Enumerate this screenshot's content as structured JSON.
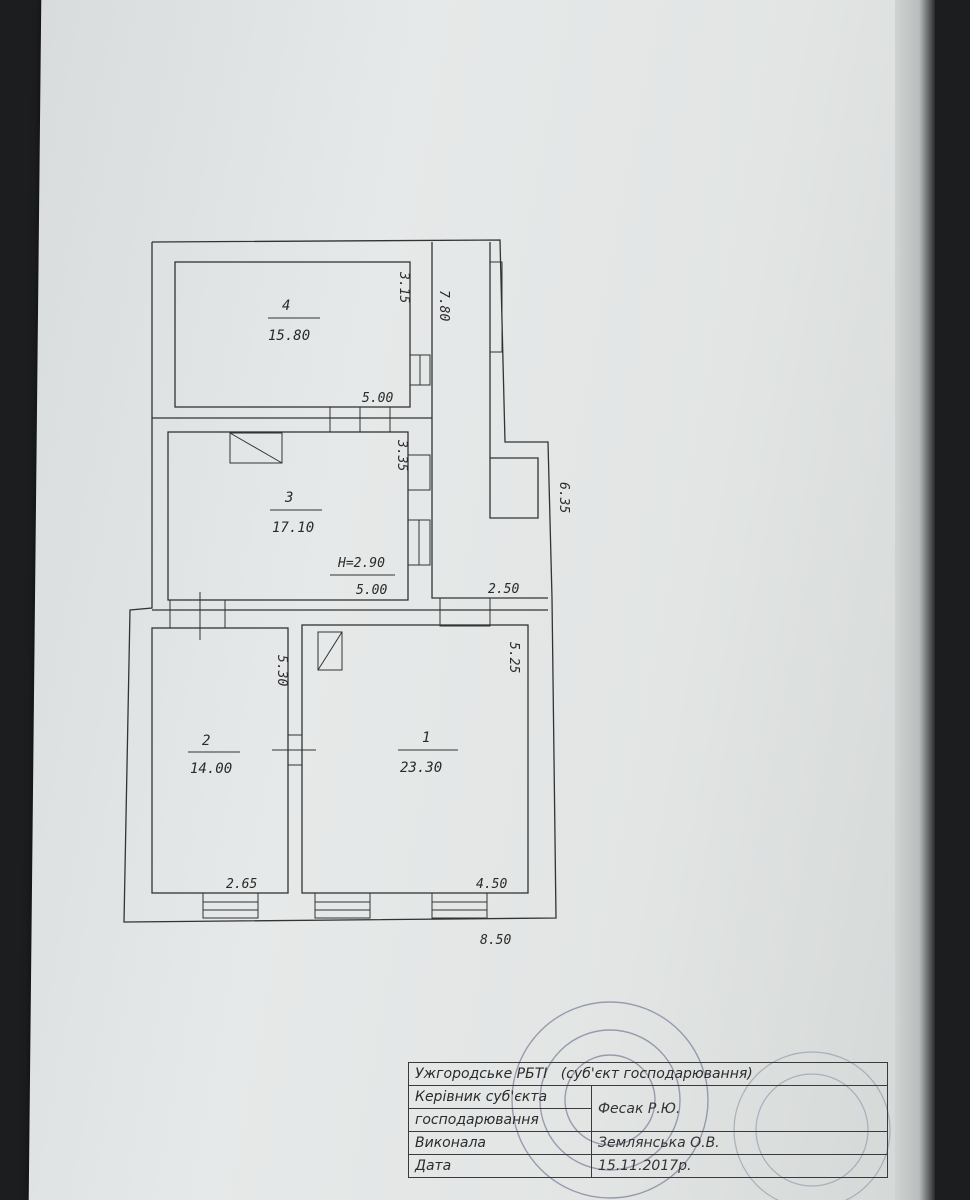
{
  "plan": {
    "rooms": [
      {
        "number": "4",
        "area": "15.80"
      },
      {
        "number": "3",
        "area": "17.10"
      },
      {
        "number": "2",
        "area": "14.00"
      },
      {
        "number": "1",
        "area": "23.30"
      }
    ],
    "dimensions": {
      "room4_width": "5.00",
      "room4_height": "3.15",
      "room3_width": "5.00",
      "room3_height": "3.35",
      "ceiling_height": "H=2.90",
      "corridor_length": "7.80",
      "side_length": "6.35",
      "side_width": "2.50",
      "room2_height": "5.30",
      "room2_width": "2.65",
      "room1_height": "5.25",
      "room1_width": "4.50",
      "total_width": "8.50"
    }
  },
  "stamp": {
    "organization": "Ужгородське РБТІ",
    "organization_note": "(суб'єкт господарювання)",
    "head_label_1": "Керівник суб'єкта",
    "head_label_2": "господарювання",
    "head_name": "Фесак Р.Ю.",
    "executor_label": "Виконала",
    "executor_name": "Землянська О.В.",
    "date_label": "Дата",
    "date_value": "15.11.2017р."
  }
}
